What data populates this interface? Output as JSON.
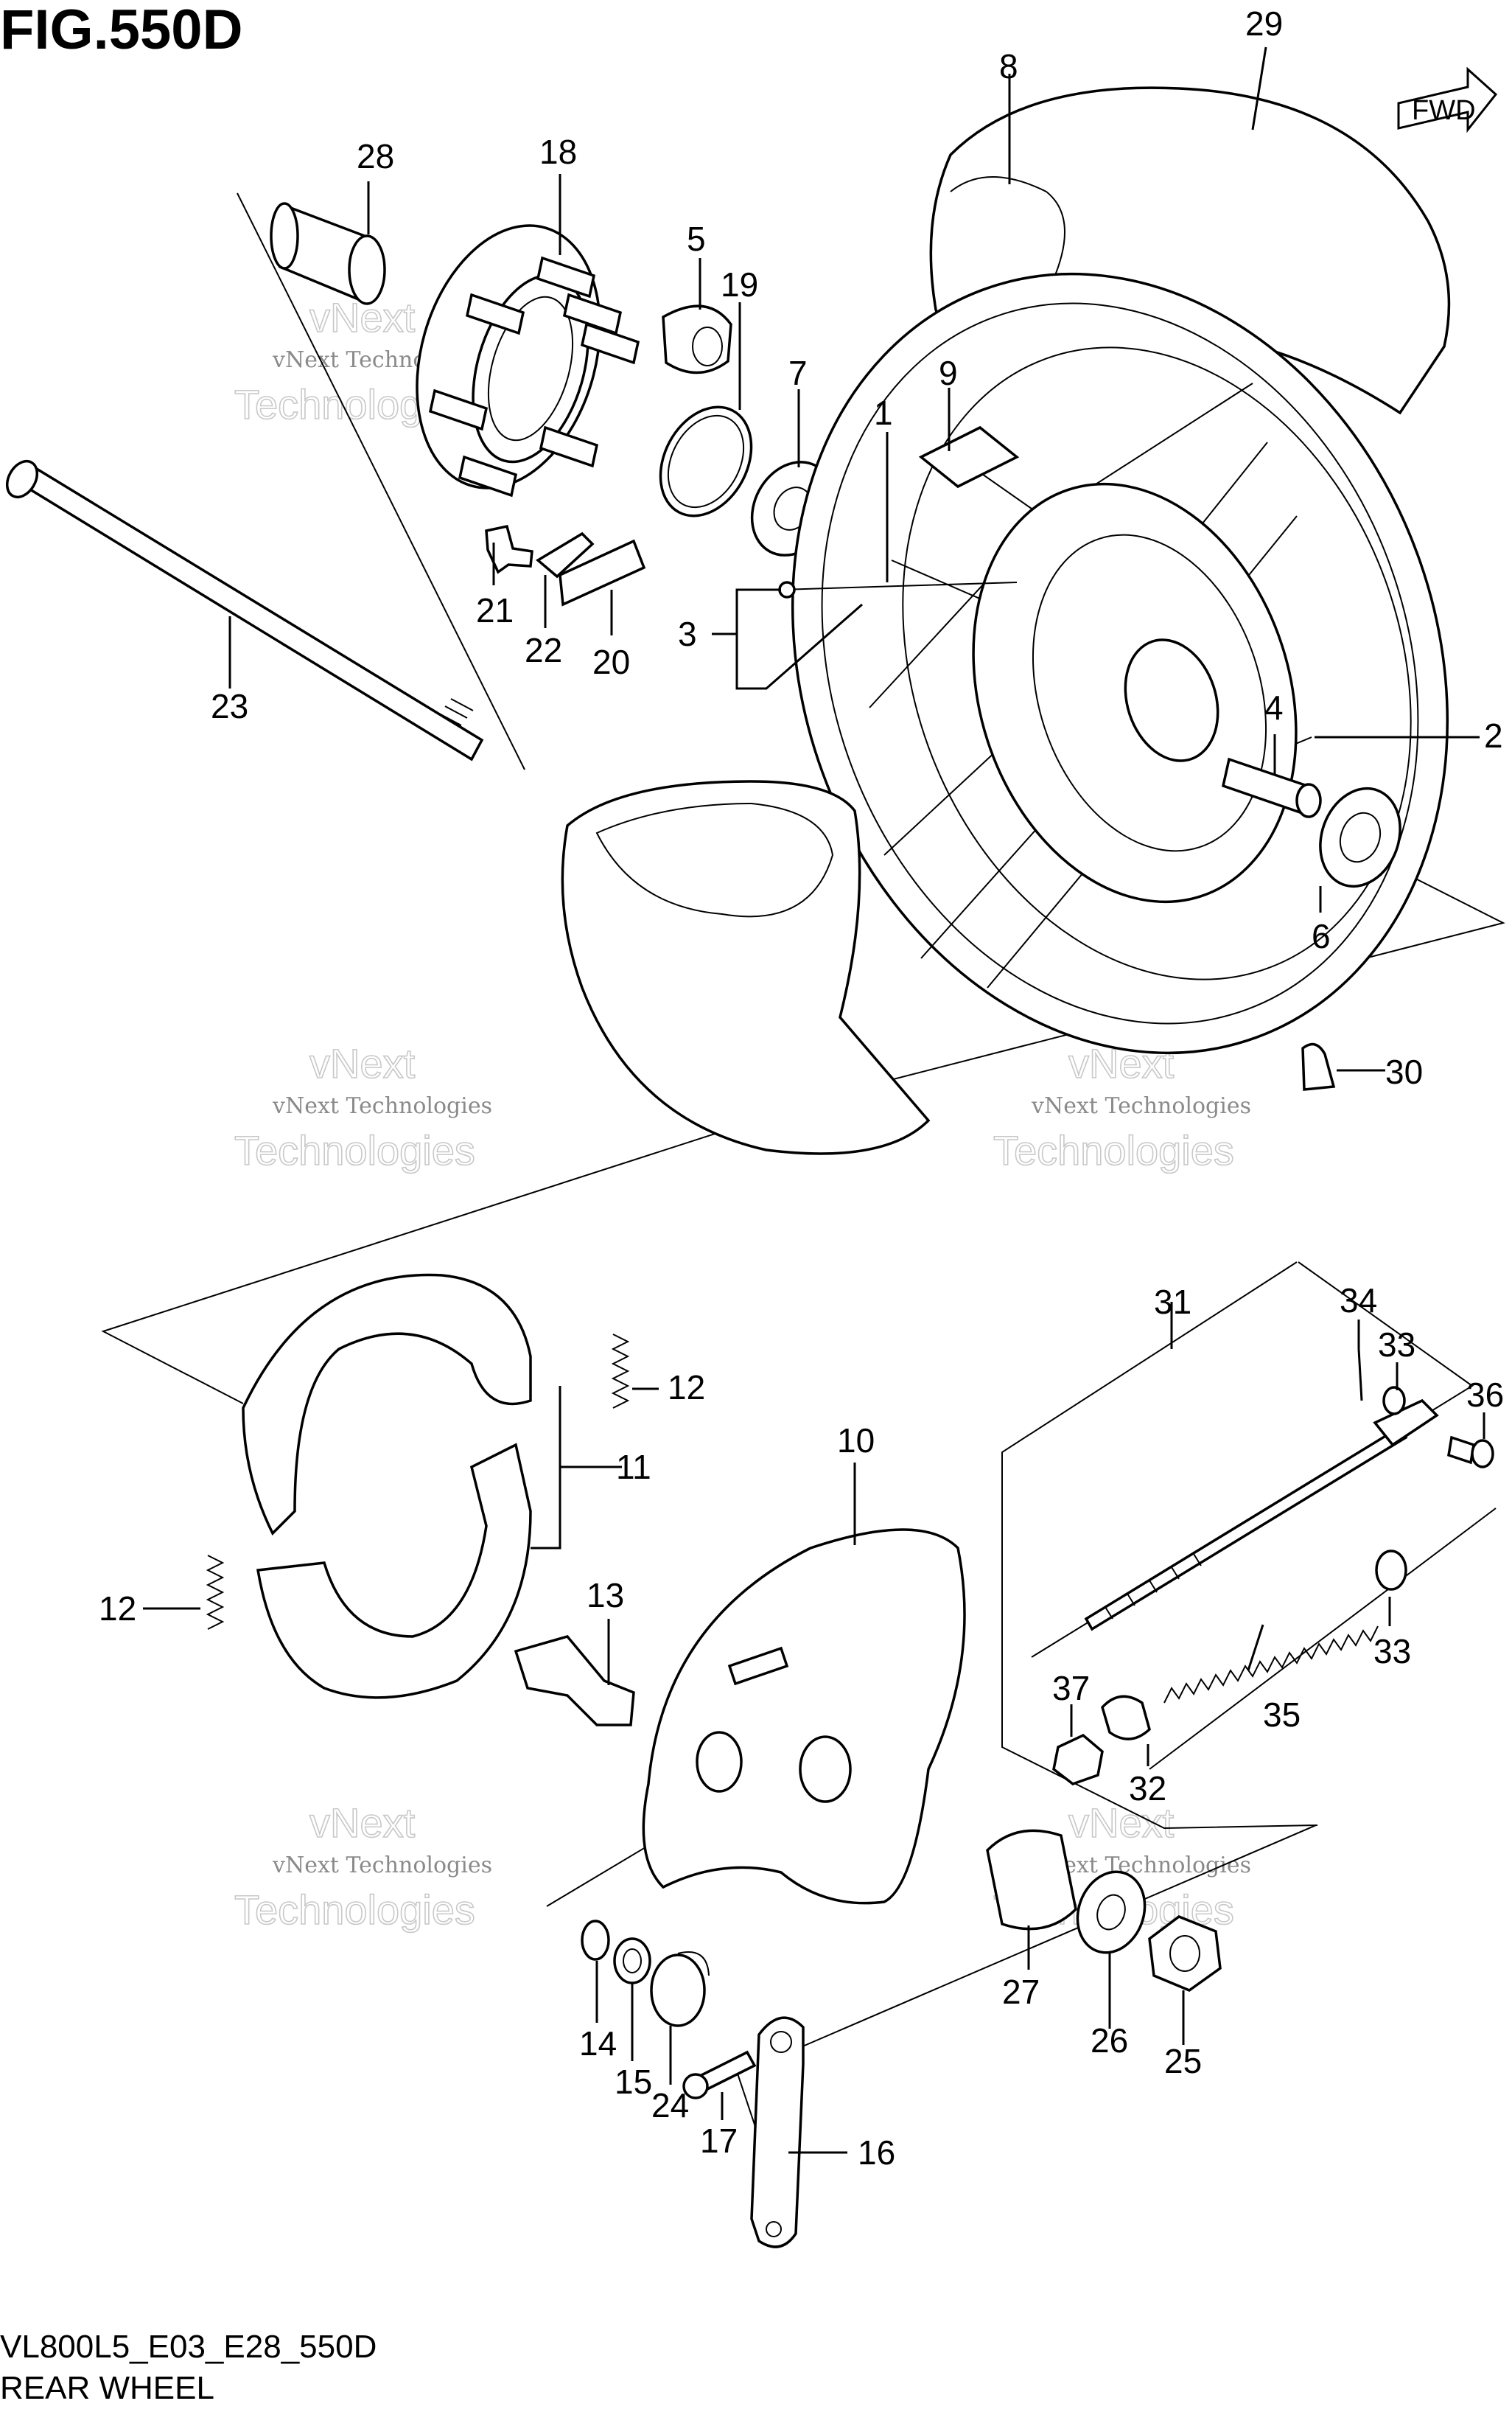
{
  "figure": {
    "title": "FIG.550D",
    "code": "VL800L5_E03_E28_550D",
    "name": "REAR WHEEL"
  },
  "direction_badge": "FWD",
  "watermark": {
    "line1": "vNext Technologies",
    "line2": "vNext",
    "line3": "Technologies"
  },
  "callouts": [
    "1",
    "2",
    "3",
    "4",
    "5",
    "6",
    "7",
    "8",
    "9",
    "10",
    "11",
    "12",
    "12",
    "13",
    "14",
    "15",
    "16",
    "17",
    "18",
    "19",
    "20",
    "21",
    "22",
    "23",
    "24",
    "25",
    "26",
    "27",
    "28",
    "29",
    "30",
    "31",
    "32",
    "33",
    "33",
    "34",
    "35",
    "36",
    "37"
  ]
}
